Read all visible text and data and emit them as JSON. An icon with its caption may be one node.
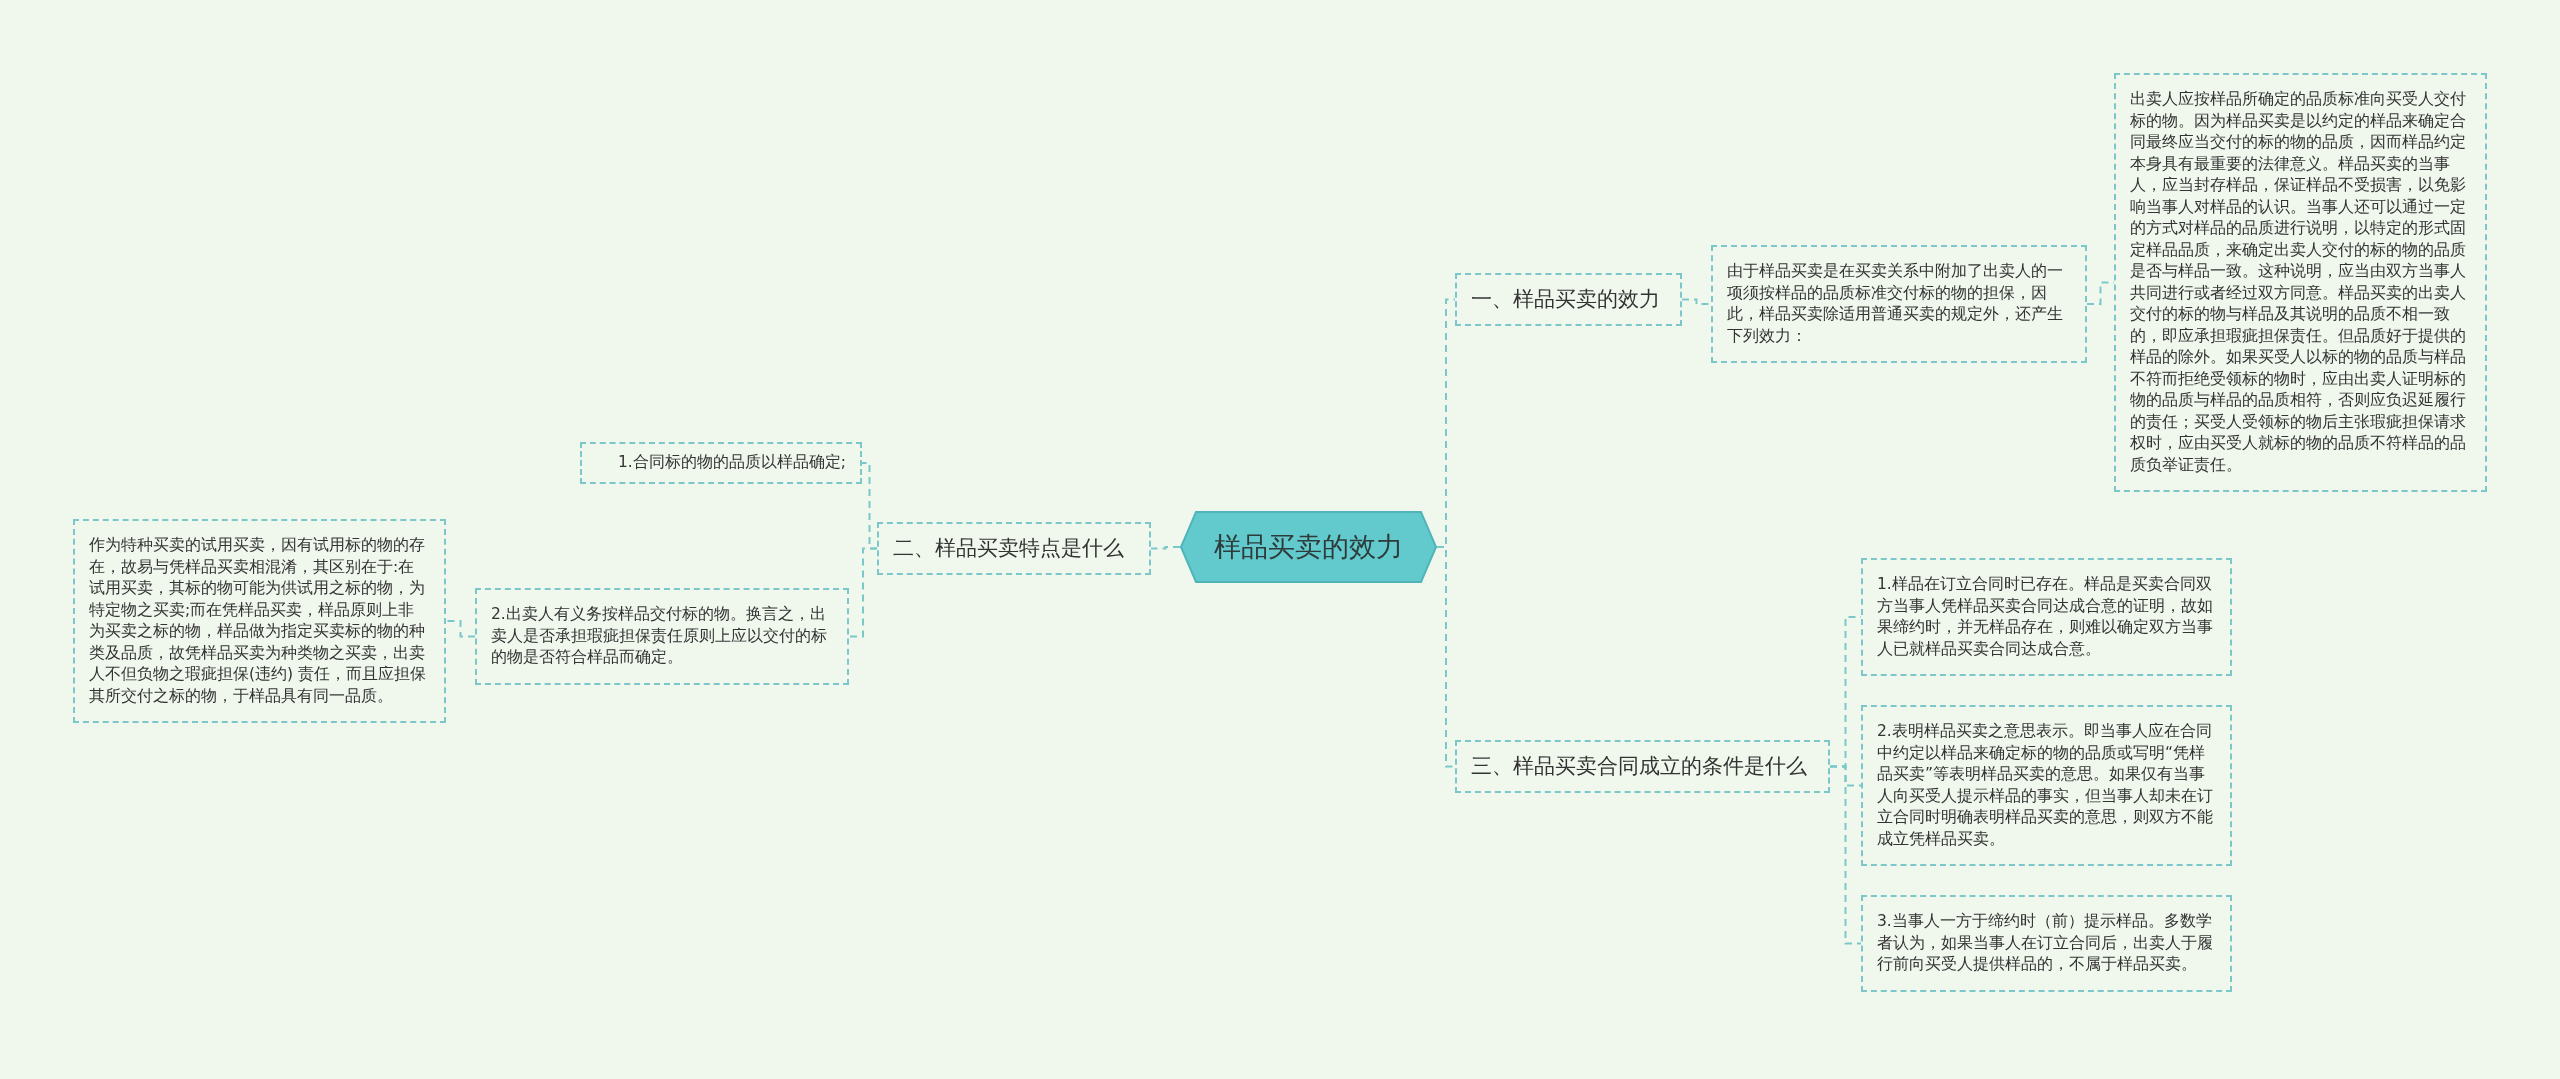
{
  "diagram": {
    "nodes": [
      {
        "text": [
          "样品买卖的效力"
        ]
      },
      {
        "text": [
          "一、样品买卖的效力"
        ]
      },
      {
        "text": [
          "由于样品买卖是在买卖关系中附加了出卖人的一项须按样品的品质标准交付标的物的担保，因此，样品买卖除适用普通买卖的规定外，还产生下列效力："
        ]
      },
      {
        "text": [
          "出卖人应按样品所确定的品质标准向买受人交付标的物。因为样品买卖是以约定的样品来确定合同最终应当交付的标的物的品质，因而样品约定本身具有最重要的法律意义。样品买卖的当事人，应当封存样品，保证样品不受损害，以免影响当事人对样品的认识。当事人还可以通过一定的方式对样品的品质进行说明，以特定的形式固定样品品质，来确定出卖人交付的标的物的品质是否与样品一致。这种说明，应当由双方当事人共同进行或者经过双方同意。样品买卖的出卖人交付的标的物与样品及其说明的品质不相一致的，即应承担瑕疵担保责任。但品质好于提供的样品的除外。如果买受人以标的物的品质与样品不符而拒绝受领标的物时，应由出卖人证明标的物的品质与样品的品质相符，否则应负迟延履行的责任；买受人受领标的物后主张瑕疵担保请求权时，应由买受人就标的物的品质不符样品的品质负举证责任。"
        ]
      },
      {
        "text": [
          "二、样品买卖特点是什么"
        ]
      },
      {
        "text": [
          "1.合同标的物的品质以样品确定;"
        ]
      },
      {
        "text": [
          "2.出卖人有义务按样品交付标的物。换言之，出卖人是否承担瑕疵担保责任原则上应以交付的标的物是否符合样品而确定。"
        ]
      },
      {
        "text": [
          "作为特种买卖的试用买卖，因有试用标的物的存在，故易与凭样品买卖相混淆，其区别在于:在试用买卖，其标的物可能为供试用之标的物，为特定物之买卖;而在凭样品买卖，样品原则上非为买卖之标的物，样品做为指定买卖标的物的种类及品质，故凭样品买卖为种类物之买卖，出卖人不但负物之瑕疵担保(违约) 责任，而且应担保其所交付之标的物，于样品具有同一品质。"
        ]
      },
      {
        "text": [
          "三、样品买卖合同成立的条件是什么"
        ]
      },
      {
        "text": [
          "1.样品在订立合同时已存在。样品是买卖合同双方当事人凭样品买卖合同达成合意的证明，故如果缔约时，并无样品存在，则难以确定双方当事人已就样品买卖合同达成合意。"
        ]
      },
      {
        "text": [
          "2.表明样品买卖之意思表示。即当事人应在合同中约定以样品来确定标的物的品质或写明“凭样品买卖”等表明样品买卖的意思。如果仅有当事人向买受人提示样品的事实，但当事人却未在订立合同时明确表明样品买卖的意思，则双方不能成立凭样品买卖。"
        ]
      },
      {
        "text": [
          "3.当事人一方于缔约时（前）提示样品。多数学者认为，如果当事人在订立合同后，出卖人于履行前向买受人提供样品的，不属于样品买卖。"
        ]
      }
    ],
    "edges": [
      {
        "from": 0,
        "to": 1,
        "arrow": "none"
      },
      {
        "from": 1,
        "to": 2,
        "arrow": "none"
      },
      {
        "from": 2,
        "to": 3,
        "arrow": "none"
      },
      {
        "from": 0,
        "to": 4,
        "arrow": "none"
      },
      {
        "from": 4,
        "to": 5,
        "arrow": "none"
      },
      {
        "from": 4,
        "to": 6,
        "arrow": "none"
      },
      {
        "from": 6,
        "to": 7,
        "arrow": "none"
      },
      {
        "from": 0,
        "to": 8,
        "arrow": "none"
      },
      {
        "from": 8,
        "to": 9,
        "arrow": "none"
      },
      {
        "from": 8,
        "to": 10,
        "arrow": "none"
      },
      {
        "from": 8,
        "to": 11,
        "arrow": "none"
      }
    ]
  }
}
